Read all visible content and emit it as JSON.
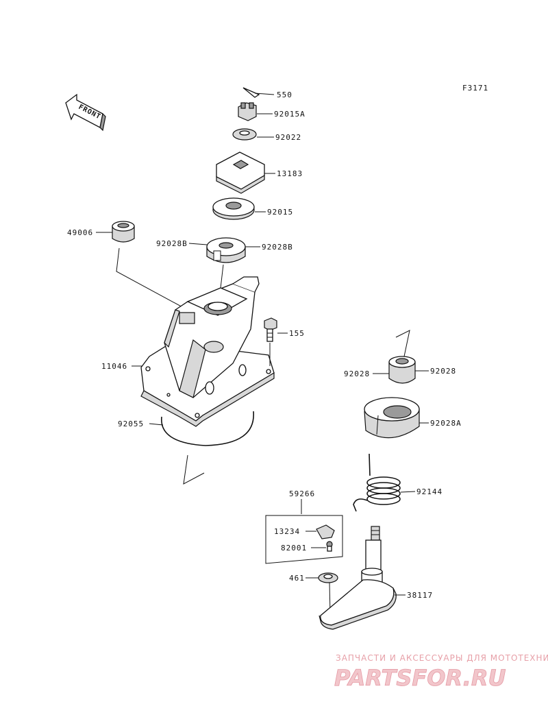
{
  "diagram_code": "F3171",
  "front_arrow": {
    "label": "FRONT"
  },
  "callouts": {
    "p550": "550",
    "p92015A": "92015A",
    "p92022": "92022",
    "p13183": "13183",
    "p92015": "92015",
    "p49006": "49006",
    "p92028B_left": "92028B",
    "p92028B_right": "92028B",
    "p155": "155",
    "p11046": "11046",
    "p92055": "92055",
    "p92028_left": "92028",
    "p92028_right": "92028",
    "p92028A": "92028A",
    "p92144": "92144",
    "p59266": "59266",
    "p13234": "13234",
    "p82001": "82001",
    "p461": "461",
    "p38117": "38117"
  },
  "watermark": {
    "line1": "ЗАПЧАСТИ И АКСЕССУАРЫ ДЛЯ МОТОТЕХНИКИ",
    "line2": "PARTSFOR.RU"
  },
  "colors": {
    "ink": "#111111",
    "watermark": "#e59aa4"
  }
}
